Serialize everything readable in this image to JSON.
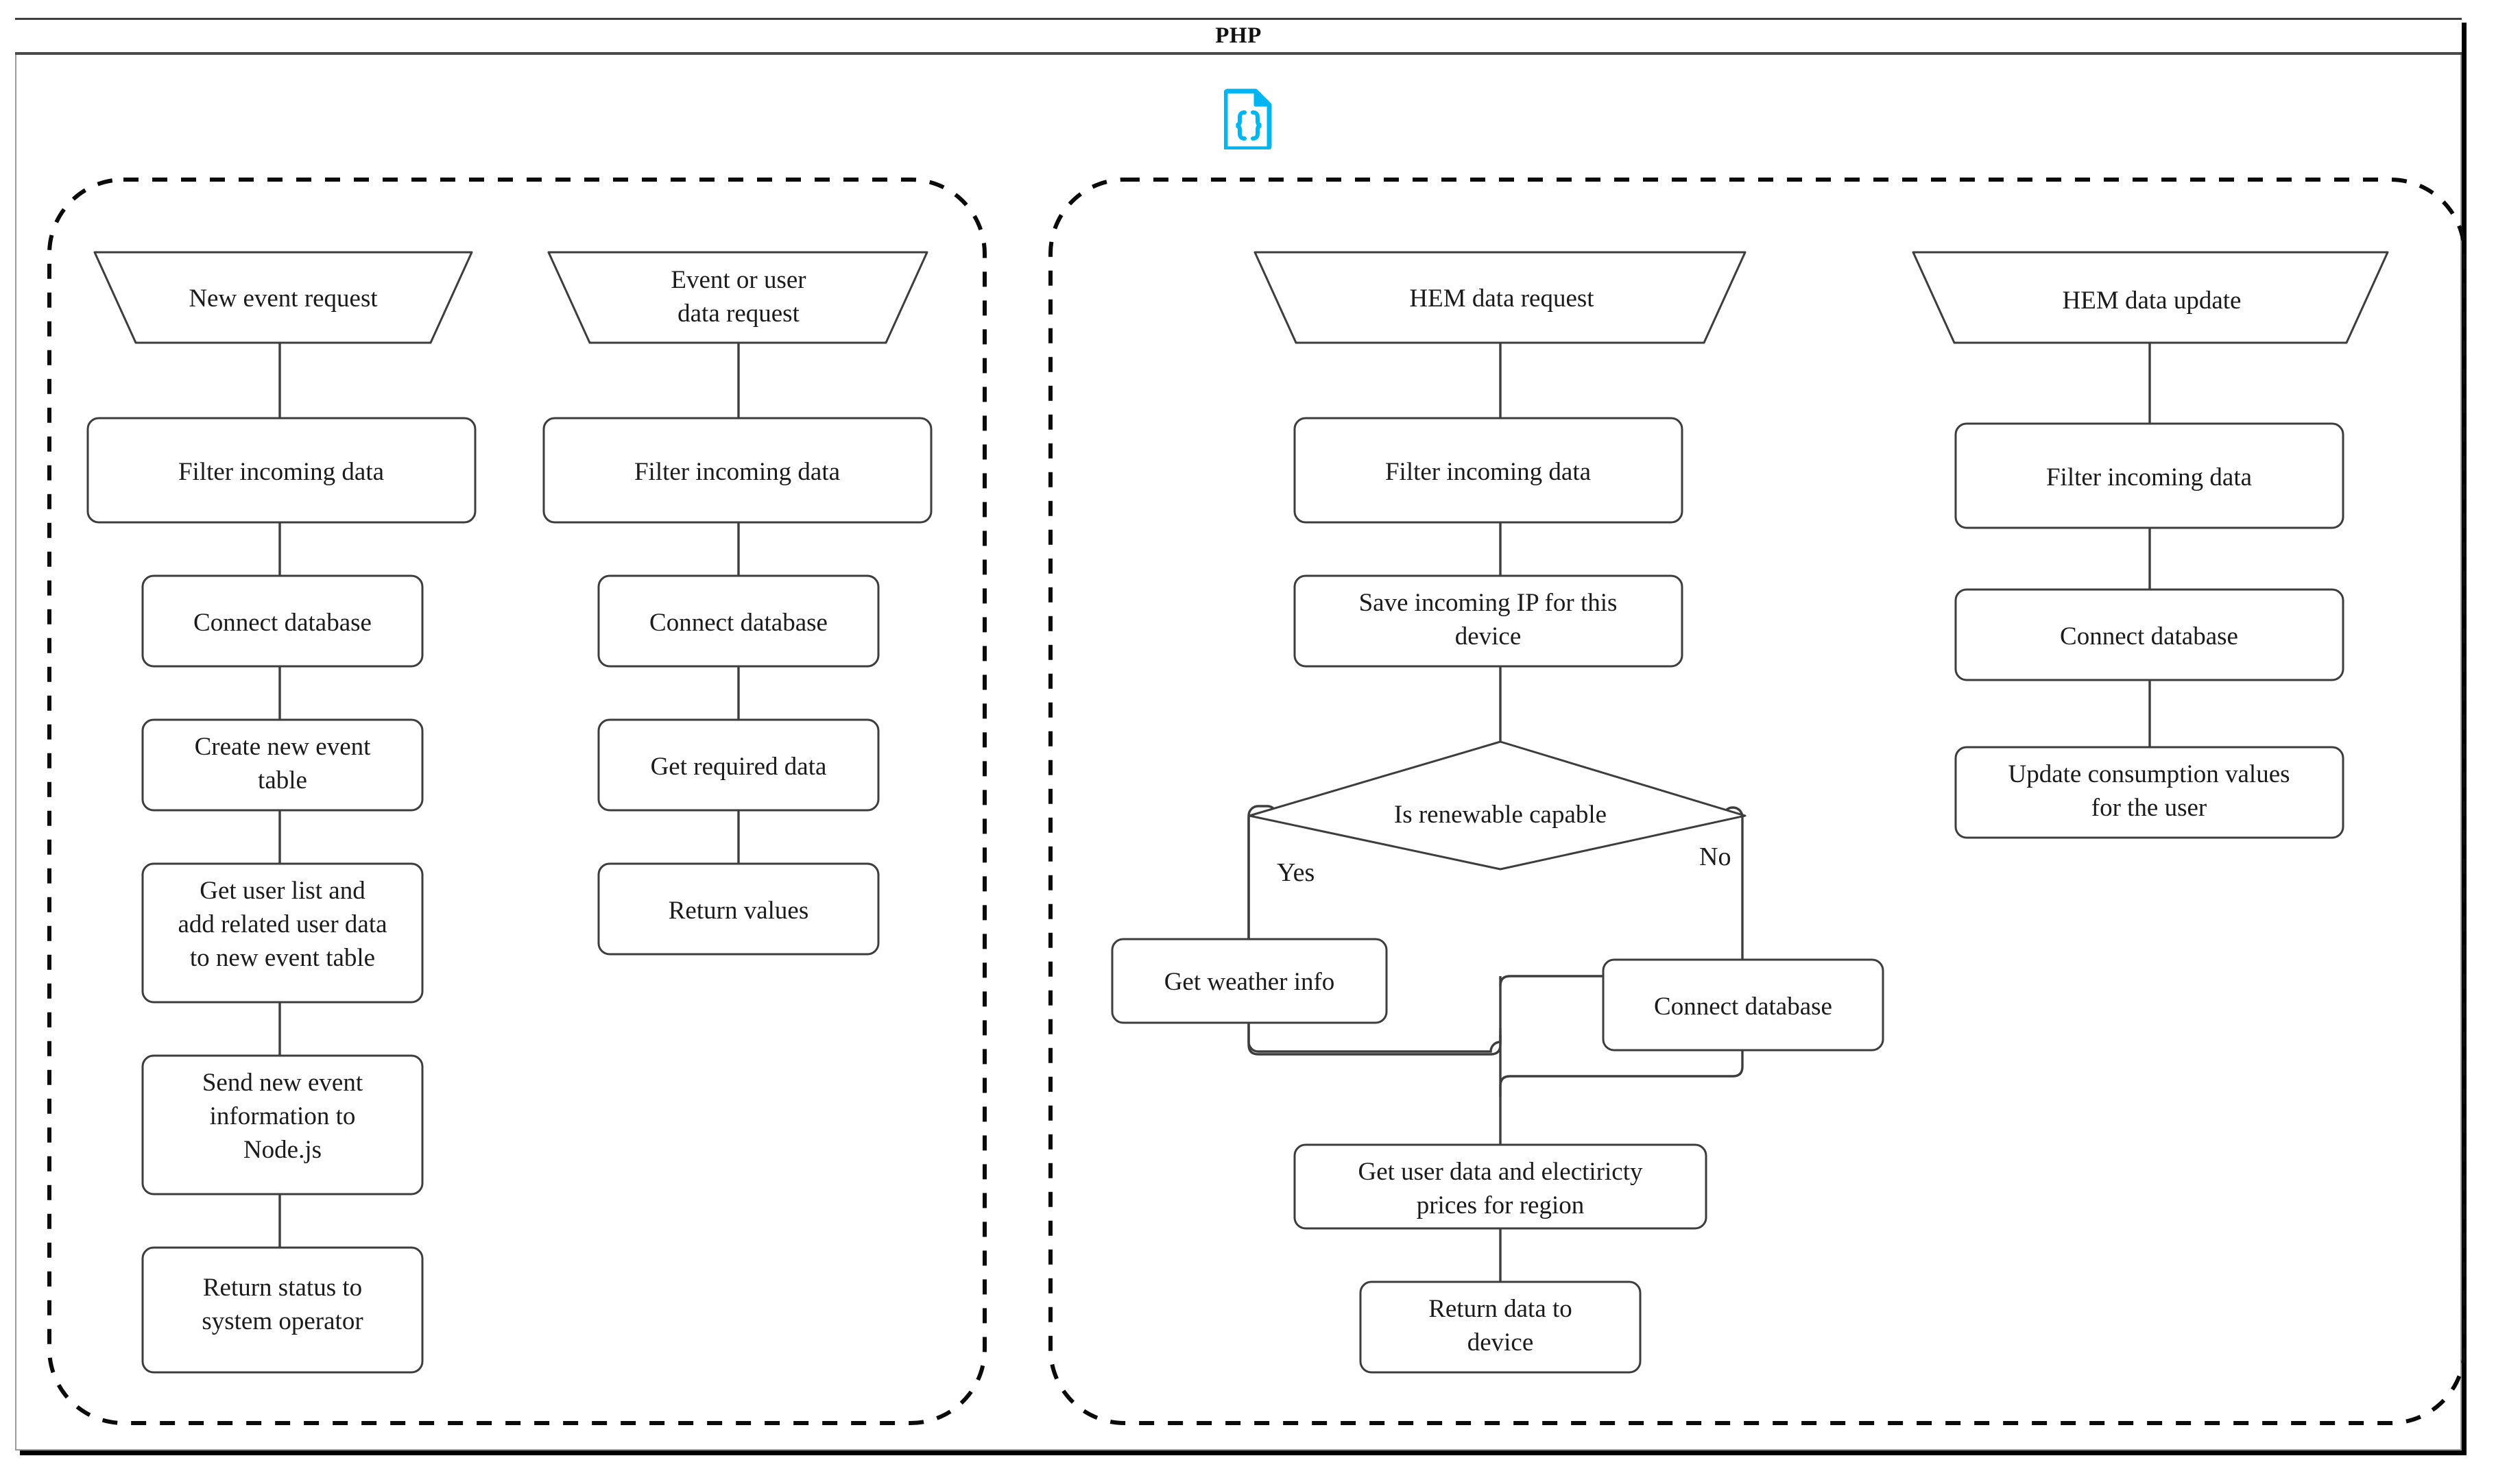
{
  "header": {
    "title": "PHP",
    "icon": "code-file-icon",
    "icon_color": "#00b5f0"
  },
  "diagram": {
    "type": "flowchart",
    "style": {
      "node_fill": "#ffffff",
      "node_stroke": "#3d3d3d",
      "group_stroke": "#0b0b0b",
      "frame_stroke": "#9a9a9a"
    },
    "groups": [
      {
        "id": "group-web-api",
        "lanes": [
          "lane-new-event-request",
          "lane-event-or-user-data-request"
        ]
      },
      {
        "id": "group-hem-api",
        "lanes": [
          "lane-hem-data-request",
          "lane-hem-data-update"
        ]
      }
    ],
    "lanes": [
      {
        "id": "lane-new-event-request",
        "start": {
          "shape": "parallelogram",
          "label": "New event request"
        },
        "steps": [
          {
            "shape": "process",
            "label": "Filter incoming data"
          },
          {
            "shape": "process",
            "label": "Connect database"
          },
          {
            "shape": "process",
            "label": "Create new event table"
          },
          {
            "shape": "process",
            "label": "Get user list and add related user data to new event table"
          },
          {
            "shape": "process",
            "label": "Send new event information to Node.js"
          },
          {
            "shape": "process",
            "label": "Return status to system operator"
          }
        ]
      },
      {
        "id": "lane-event-or-user-data-request",
        "start": {
          "shape": "parallelogram",
          "label": "Event or user data request"
        },
        "steps": [
          {
            "shape": "process",
            "label": "Filter incoming data"
          },
          {
            "shape": "process",
            "label": "Connect database"
          },
          {
            "shape": "process",
            "label": "Get required data"
          },
          {
            "shape": "process",
            "label": "Return values"
          }
        ]
      },
      {
        "id": "lane-hem-data-request",
        "start": {
          "shape": "parallelogram",
          "label": "HEM data request"
        },
        "steps": [
          {
            "shape": "process",
            "label": "Filter incoming data"
          },
          {
            "shape": "process",
            "label": "Save incoming IP for this device"
          },
          {
            "shape": "decision",
            "label": "Is renewable capable",
            "yes_label": "Yes",
            "no_label": "No"
          },
          {
            "shape": "process",
            "label": "Get weather info",
            "branch": "yes"
          },
          {
            "shape": "process",
            "label": "Connect database",
            "branch": "no"
          },
          {
            "shape": "process",
            "label": "Get user data and electiricty prices for region"
          },
          {
            "shape": "process",
            "label": "Return data to device"
          }
        ]
      },
      {
        "id": "lane-hem-data-update",
        "start": {
          "shape": "parallelogram",
          "label": "HEM data update"
        },
        "steps": [
          {
            "shape": "process",
            "label": "Filter incoming data"
          },
          {
            "shape": "process",
            "label": "Connect database"
          },
          {
            "shape": "process",
            "label": "Update consumption values for the user"
          }
        ]
      }
    ],
    "nodes": {
      "n1_start": "New event request",
      "n1_s1": [
        "Filter incoming data"
      ],
      "n1_s2": [
        "Connect database"
      ],
      "n1_s3": [
        "Create new event",
        "table"
      ],
      "n1_s4": [
        "Get user list and",
        "add related user data",
        "to new event table"
      ],
      "n1_s5": [
        "Send new event",
        "information to",
        "Node.js"
      ],
      "n1_s6": [
        "Return status to",
        "system operator"
      ],
      "n2_start": [
        "Event or user",
        "data request"
      ],
      "n2_s1": [
        "Filter incoming data"
      ],
      "n2_s2": [
        "Connect database"
      ],
      "n2_s3": [
        "Get required data"
      ],
      "n2_s4": [
        "Return values"
      ],
      "n3_start": "HEM data request",
      "n3_s1": [
        "Filter incoming data"
      ],
      "n3_s2": [
        "Save incoming IP for this",
        "device"
      ],
      "n3_dec": "Is renewable capable",
      "n3_yes": "Yes",
      "n3_no": "No",
      "n3_s4": [
        "Get weather info"
      ],
      "n3_s5": [
        "Connect database"
      ],
      "n3_s6": [
        "Get user data and electiricty",
        "prices for region"
      ],
      "n3_s7": [
        "Return data to",
        "device"
      ],
      "n4_start": "HEM data update",
      "n4_s1": [
        "Filter incoming data"
      ],
      "n4_s2": [
        "Connect database"
      ],
      "n4_s3": [
        "Update consumption values",
        "for the user"
      ]
    }
  }
}
